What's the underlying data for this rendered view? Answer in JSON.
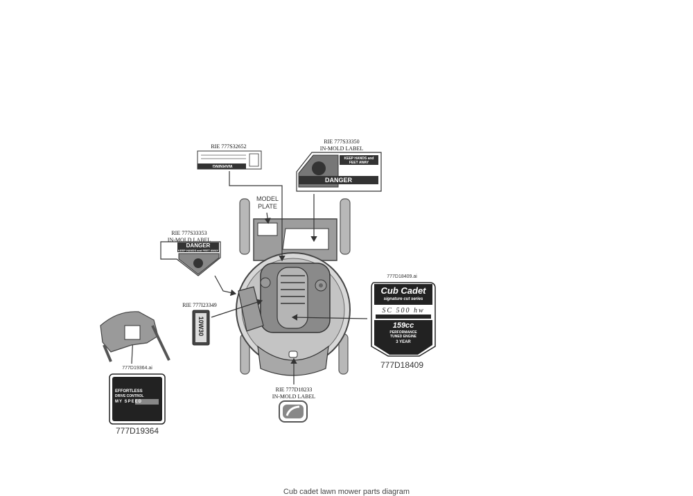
{
  "labels": {
    "warning_top": "RIE 777S32652",
    "danger_top_line1": "RIE 777S33350",
    "danger_top_line2": "IN-MOLD LABEL",
    "danger_left_line1": "RIE 777S33353",
    "danger_left_line2": "IN-MOLD LABEL",
    "oil_label": "RIE 777I23349",
    "bottom_center_line1": "RIE 777D18233",
    "bottom_center_line2": "IN-MOLD LABEL",
    "right_file": "777D18409.ai",
    "right_part": "777D18409",
    "left_file": "777D19364.ai",
    "left_part": "777D19364",
    "model_plate_line1": "MODEL",
    "model_plate_line2": "PLATE"
  },
  "decals": {
    "warning_word": "WARNING",
    "danger_word": "DANGER",
    "keep_hands": "KEEP HANDS and FEET AWAY",
    "oil_text": "10W30",
    "cubcadet_brand": "Cub Cadet",
    "cubcadet_series": "signature cut series",
    "cubcadet_model": "SC 500 hw",
    "cubcadet_cc": "159cc",
    "cubcadet_perf1": "PERFORMANCE",
    "cubcadet_perf2": "TUNED ENGINE",
    "cubcadet_warranty": "3 YEAR",
    "effortless_line1": "EFFORTLESS",
    "effortless_line2": "DRIVE CONTROL",
    "effortless_speed": "MY SPEED"
  },
  "footer_text": "Cub cadet lawn mower parts diagram"
}
